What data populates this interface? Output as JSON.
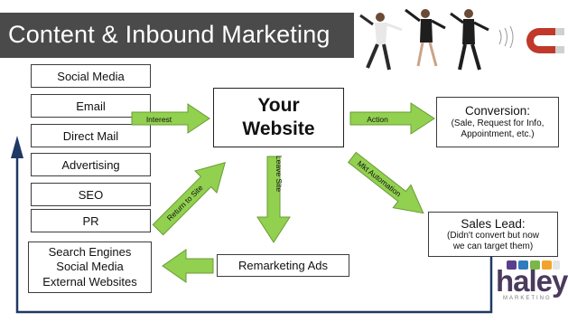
{
  "slide": {
    "title": "Content & Inbound Marketing"
  },
  "sources": [
    "Social Media",
    "Email",
    "Direct Mail",
    "Advertising",
    "SEO",
    "PR"
  ],
  "website": {
    "line1": "Your",
    "line2": "Website"
  },
  "conversion": {
    "title": "Conversion:",
    "detail_line1": "(Sale, Request for Info,",
    "detail_line2": "Appointment, etc.)"
  },
  "sales_lead": {
    "title": "Sales Lead:",
    "detail_line1": "(Didn't convert but now",
    "detail_line2": "we can target them)"
  },
  "external": {
    "line1": "Search Engines",
    "line2": "Social Media",
    "line3": "External Websites"
  },
  "remarketing": {
    "label": "Remarketing Ads"
  },
  "arrows": {
    "interest": "Interest",
    "action": "Action",
    "leave_site": "Leave Site",
    "mkt_automation": "Mkt Automation",
    "return_to_site": "Return to Site"
  },
  "logo": {
    "word": "haley",
    "tagline": "MARKETING"
  },
  "colors": {
    "banner": "#4a4a4a",
    "arrow_fill": "#92d050",
    "arrow_stroke": "#6a9b35",
    "feedback_line": "#1f3864"
  }
}
